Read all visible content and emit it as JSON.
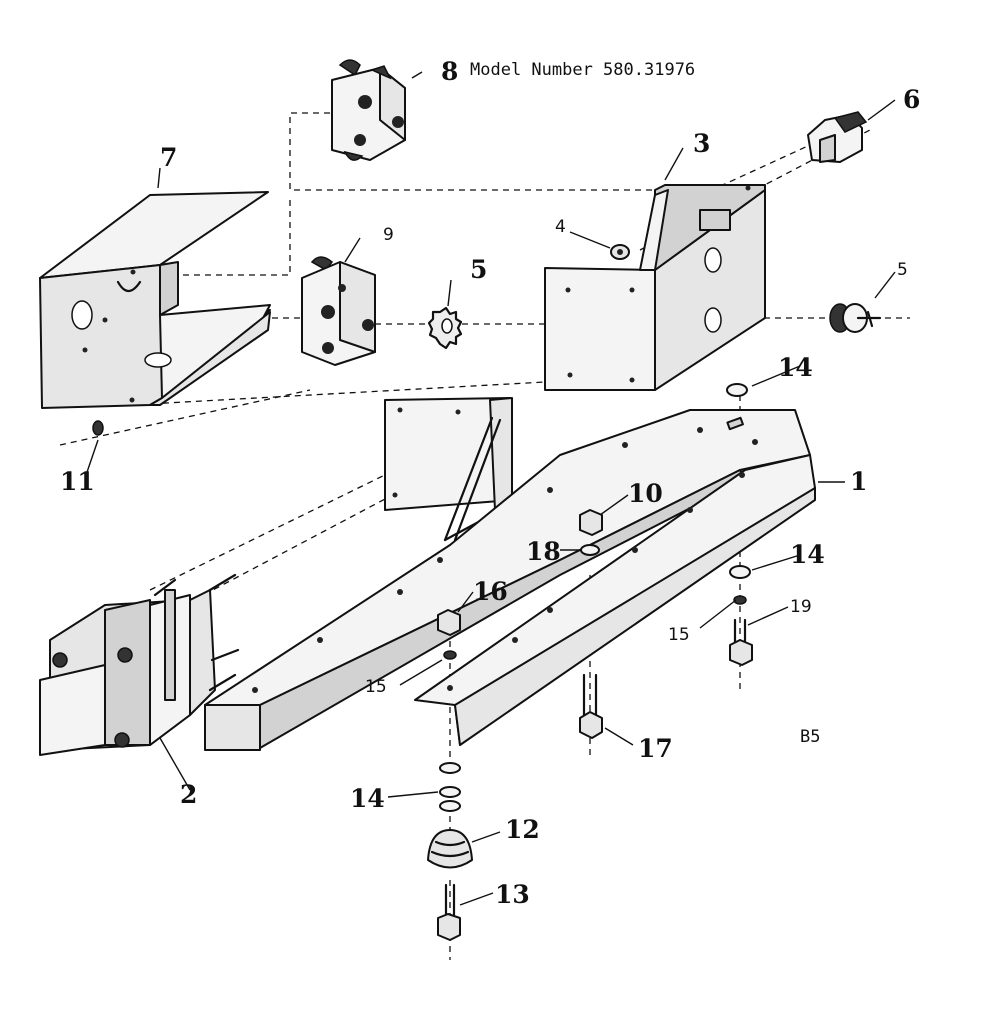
{
  "header": {
    "model_text": "Model Number 580.31976"
  },
  "corner_code": "B5",
  "callouts": {
    "c1": "1",
    "c2": "2",
    "c3": "3",
    "c4": "4",
    "c5a": "5",
    "c5b": "5",
    "c6": "6",
    "c7": "7",
    "c8": "8",
    "c9": "9",
    "c10": "10",
    "c11": "11",
    "c12": "12",
    "c13": "13",
    "c14a": "14",
    "c14b": "14",
    "c14c": "14",
    "c15a": "15",
    "c15b": "15",
    "c16": "16",
    "c17": "17",
    "c18": "18",
    "c19": "19"
  }
}
